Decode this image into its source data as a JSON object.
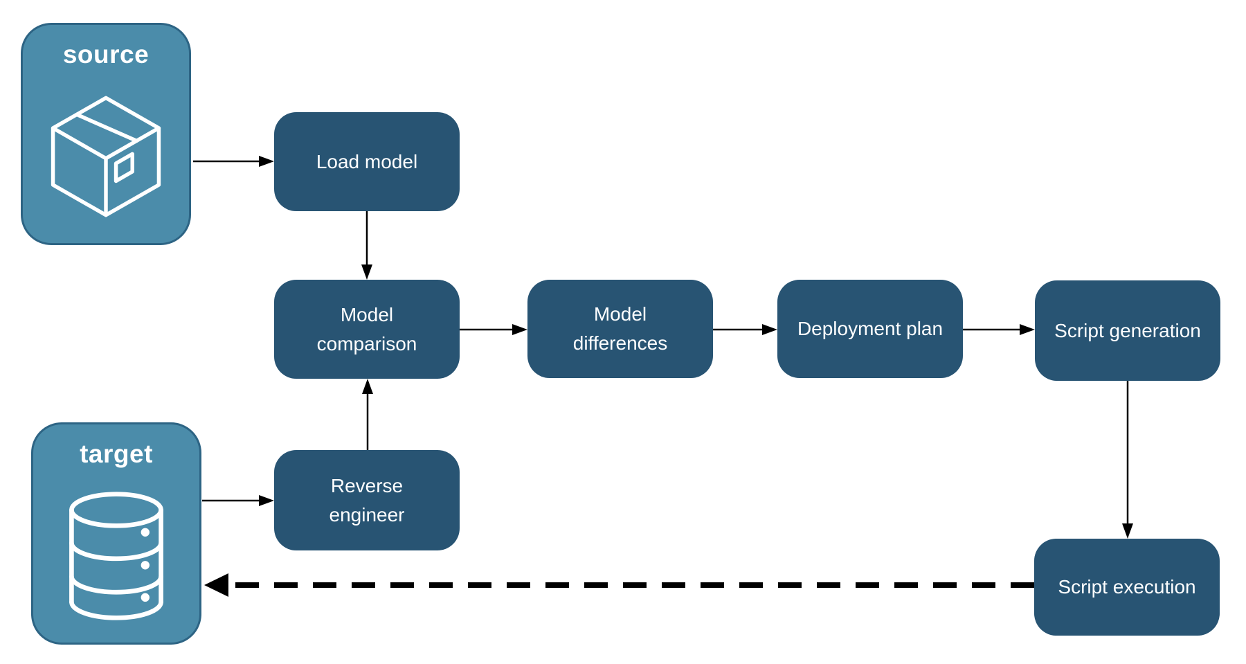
{
  "diagram": {
    "background": "#ffffff",
    "colors": {
      "container_fill": "#4b8caa",
      "container_border": "#2d6484",
      "node_fill": "#285473",
      "text": "#ffffff",
      "arrow": "#000000"
    },
    "containers": {
      "source": {
        "label": "source",
        "icon": "package-icon"
      },
      "target": {
        "label": "target",
        "icon": "database-icon"
      }
    },
    "nodes": {
      "load_model": {
        "label": "Load model"
      },
      "model_comparison": {
        "label": "Model comparison"
      },
      "model_differences": {
        "label": "Model differences"
      },
      "deployment_plan": {
        "label": "Deployment plan"
      },
      "script_generation": {
        "label": "Script generation"
      },
      "script_execution": {
        "label": "Script execution"
      },
      "reverse_engineer": {
        "label": "Reverse engineer"
      }
    },
    "edges": [
      {
        "from": "source",
        "to": "load_model",
        "style": "solid"
      },
      {
        "from": "load_model",
        "to": "model_comparison",
        "style": "solid"
      },
      {
        "from": "target",
        "to": "reverse_engineer",
        "style": "solid"
      },
      {
        "from": "reverse_engineer",
        "to": "model_comparison",
        "style": "solid"
      },
      {
        "from": "model_comparison",
        "to": "model_differences",
        "style": "solid"
      },
      {
        "from": "model_differences",
        "to": "deployment_plan",
        "style": "solid"
      },
      {
        "from": "deployment_plan",
        "to": "script_generation",
        "style": "solid"
      },
      {
        "from": "script_generation",
        "to": "script_execution",
        "style": "solid"
      },
      {
        "from": "script_execution",
        "to": "target",
        "style": "dashed"
      }
    ]
  }
}
